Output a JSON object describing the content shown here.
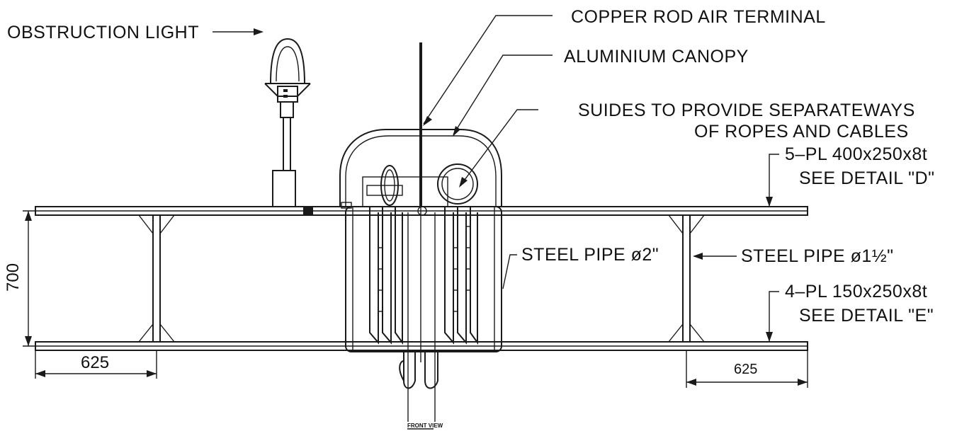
{
  "labels": {
    "obstruction_light": "OBSTRUCTION LIGHT",
    "copper_rod": "COPPER ROD AIR TERMINAL",
    "canopy": "ALUMINIUM CANOPY",
    "guides_line1": "SUIDES TO PROVIDE SEPARATEWAYS",
    "guides_line2": "OF ROPES AND CABLES",
    "plate_top_line1": "5–PL 400x250x8t",
    "plate_top_line2": "SEE DETAIL \"D\"",
    "plate_bottom_line1": "4–PL 150x250x8t",
    "plate_bottom_line2": "SEE DETAIL \"E\"",
    "pipe_2": "STEEL PIPE ø2\"",
    "pipe_1_5": "STEEL PIPE ø1½\"",
    "view_title": "FRONT VIEW"
  },
  "dimensions": {
    "height": "700",
    "left_width": "625",
    "right_width": "625"
  }
}
